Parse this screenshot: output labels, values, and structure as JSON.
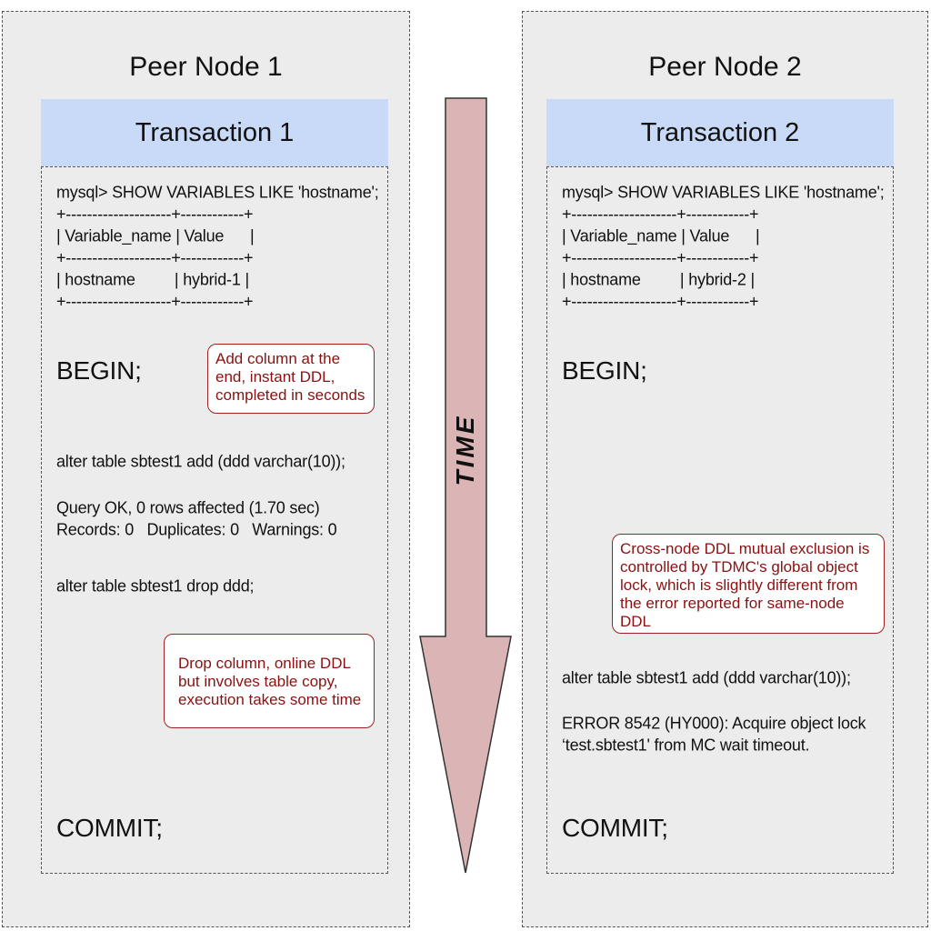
{
  "left": {
    "title": "Peer Node 1",
    "transaction": "Transaction 1",
    "lines": {
      "query": "mysql> SHOW VARIABLES LIKE 'hostname';",
      "sep1": "+--------------------+------------+",
      "header": "| Variable_name | Value      |",
      "sep2": "+--------------------+------------+",
      "row": "| hostname         | hybrid-1 |",
      "sep3": "+--------------------+------------+",
      "begin": "BEGIN;",
      "alter_add": "alter table sbtest1 add (ddd varchar(10));",
      "result1": "Query OK, 0 rows affected (1.70 sec)",
      "result2": "Records: 0   Duplicates: 0   Warnings: 0",
      "alter_drop": "alter table sbtest1 drop ddd;",
      "commit": "COMMIT;"
    },
    "callout1": [
      "Add column at the",
      "end, instant DDL,",
      "completed in seconds"
    ],
    "callout2": [
      "Drop column, online DDL",
      "but involves table copy,",
      "execution takes some time"
    ]
  },
  "right": {
    "title": "Peer Node 2",
    "transaction": "Transaction 2",
    "lines": {
      "query": "mysql> SHOW VARIABLES LIKE 'hostname';",
      "sep1": "+--------------------+------------+",
      "header": "| Variable_name | Value      |",
      "sep2": "+--------------------+------------+",
      "row": "| hostname         | hybrid-2 |",
      "sep3": "+--------------------+------------+",
      "begin": "BEGIN;",
      "alter_add": "alter table sbtest1 add (ddd varchar(10));",
      "error1": "ERROR 8542 (HY000): Acquire object lock",
      "error2": "‘test.sbtest1' from MC wait timeout.",
      "commit": "COMMIT;"
    },
    "callout": [
      "Cross-node DDL mutual exclusion is",
      "controlled by TDMC's global object",
      "lock, which is slightly different from",
      "the error reported for same-node",
      "DDL"
    ]
  },
  "time_label": "TIME",
  "colors": {
    "header": "#c9daf8",
    "arrow": "#dbb5b5",
    "callout_text": "#8b1010"
  }
}
